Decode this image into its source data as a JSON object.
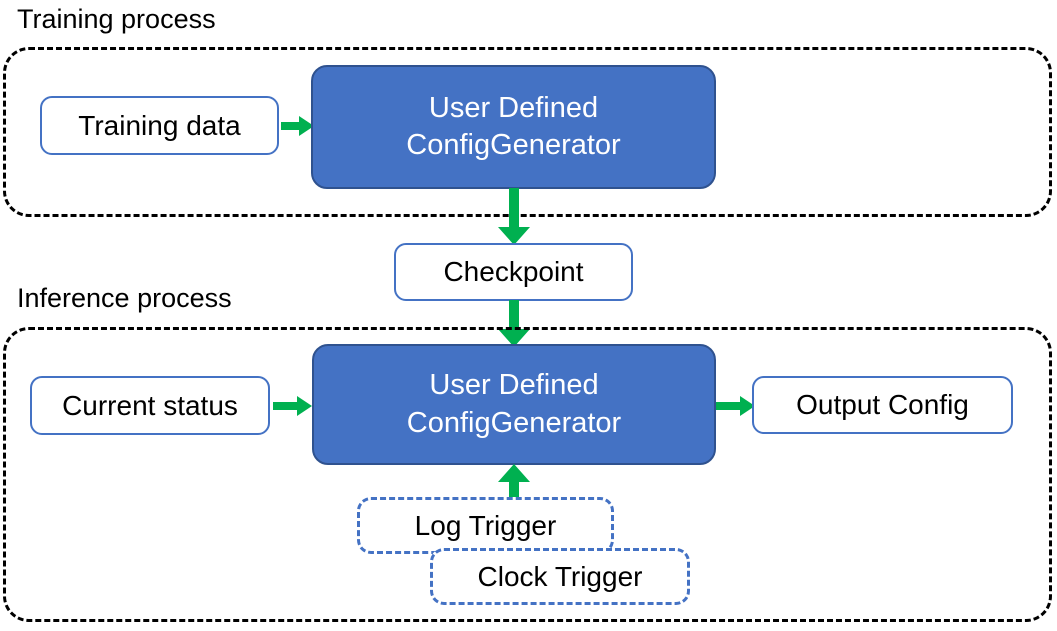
{
  "diagram": {
    "title_training": "Training process",
    "title_inference": "Inference process",
    "colors": {
      "primary_fill": "#4472C4",
      "primary_stroke": "#2F528F",
      "arrow_green": "#00B050",
      "node_border_blue": "#4472C4",
      "container_border": "#000000",
      "text_dark": "#000000",
      "text_light": "#FFFFFF"
    }
  },
  "training": {
    "label": "Training process",
    "input_node": "Training data",
    "processor_line1": "User Defined",
    "processor_line2": "ConfigGenerator"
  },
  "checkpoint": {
    "label": "Checkpoint"
  },
  "inference": {
    "label": "Inference process",
    "input_node": "Current status",
    "processor_line1": "User Defined",
    "processor_line2": "ConfigGenerator",
    "output_node": "Output Config",
    "trigger_log": "Log Trigger",
    "trigger_clock": "Clock Trigger"
  },
  "arrows": [
    {
      "name": "training-data-to-generator",
      "direction": "right"
    },
    {
      "name": "training-generator-to-checkpoint",
      "direction": "down"
    },
    {
      "name": "checkpoint-to-inference-generator",
      "direction": "down"
    },
    {
      "name": "current-status-to-generator",
      "direction": "right"
    },
    {
      "name": "generator-to-output-config",
      "direction": "right"
    },
    {
      "name": "triggers-to-generator",
      "direction": "up"
    }
  ]
}
